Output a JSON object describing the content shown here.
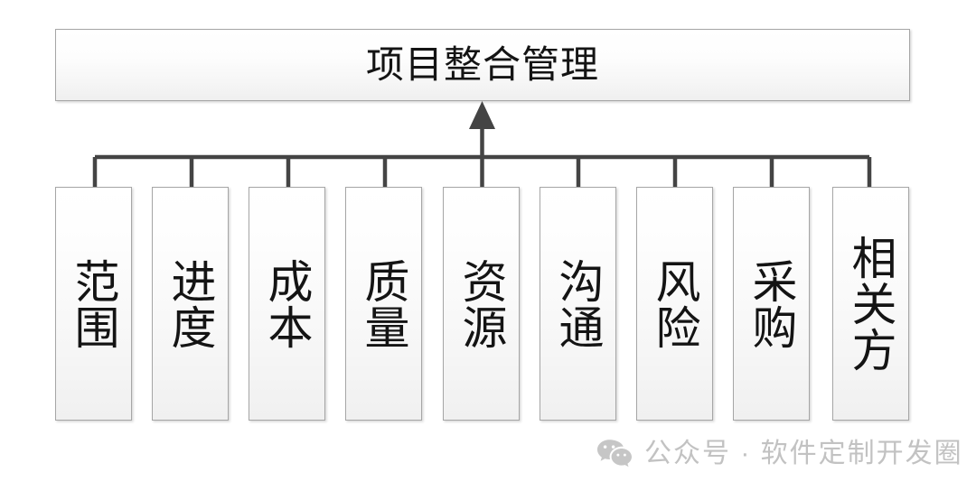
{
  "diagram": {
    "type": "hierarchy-tree",
    "root": {
      "label": "项目整合管理"
    },
    "children": [
      {
        "label": "范围"
      },
      {
        "label": "进度"
      },
      {
        "label": "成本"
      },
      {
        "label": "质量"
      },
      {
        "label": "资源"
      },
      {
        "label": "沟通"
      },
      {
        "label": "风险"
      },
      {
        "label": "采购"
      },
      {
        "label": "相关方"
      }
    ],
    "connector": {
      "style": "orthogonal-bus-with-arrow",
      "arrow_direction": "up",
      "line_color": "#444444"
    },
    "colors": {
      "box_border": "#a6a6a6",
      "box_fill_top": "#ffffff",
      "box_fill_bottom": "#efefef",
      "text": "#141414",
      "background": "#ffffff",
      "watermark": "#c2c2c2"
    }
  },
  "watermark": {
    "icon": "wechat-icon",
    "text": "公众号 · 软件定制开发圈"
  }
}
